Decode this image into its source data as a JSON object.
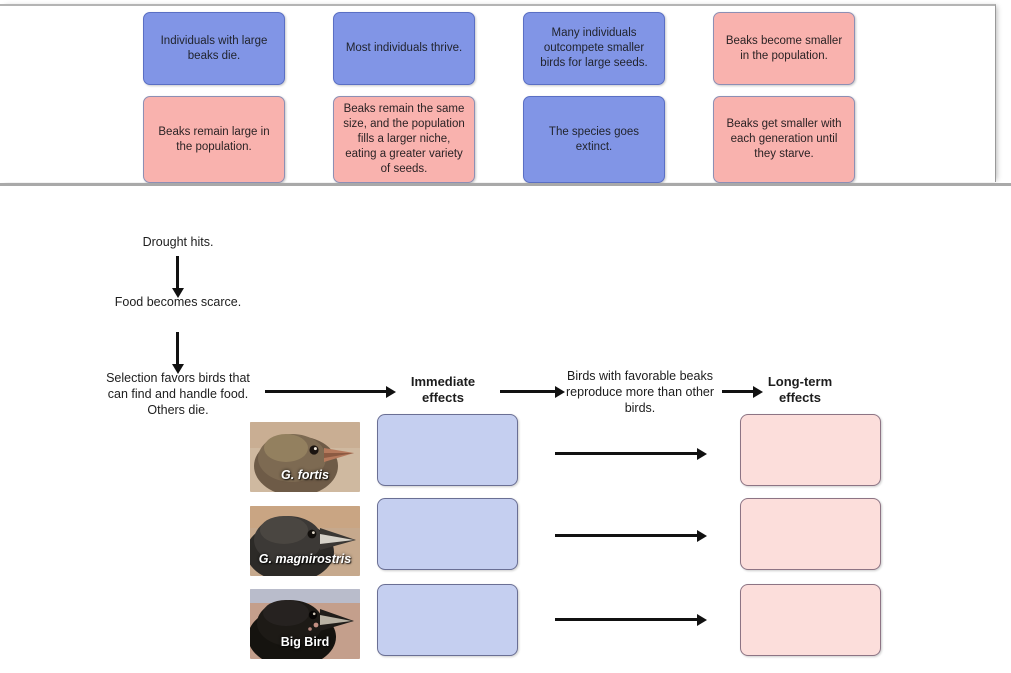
{
  "tile_bank": {
    "tiles": [
      {
        "id": "t1",
        "label": "Individuals with large beaks die.",
        "color": "blue"
      },
      {
        "id": "t2",
        "label": "Most individuals thrive.",
        "color": "blue"
      },
      {
        "id": "t3",
        "label": "Many individuals outcompete smaller birds for large seeds.",
        "color": "blue"
      },
      {
        "id": "t4",
        "label": "Beaks become smaller in the population.",
        "color": "pink"
      },
      {
        "id": "t5",
        "label": "Beaks remain large in the population.",
        "color": "pink"
      },
      {
        "id": "t6",
        "label": "Beaks remain the same size, and the population fills a larger niche, eating a greater variety of seeds.",
        "color": "pink"
      },
      {
        "id": "t7",
        "label": "The species goes extinct.",
        "color": "blue"
      },
      {
        "id": "t8",
        "label": "Beaks get smaller with each generation until they starve.",
        "color": "pink"
      }
    ]
  },
  "diagram": {
    "chain": {
      "step1": "Drought hits.",
      "step2": "Food becomes scarce.",
      "step3": "Selection favors birds that can find and handle food. Others die."
    },
    "headers": {
      "immediate": "Immediate effects",
      "reproduce": "Birds with favorable beaks reproduce more than other birds.",
      "longterm": "Long-term effects"
    },
    "birds": [
      {
        "id": "b1",
        "name": "G. fortis",
        "style": "sci"
      },
      {
        "id": "b2",
        "name": "G. magnirostris",
        "style": "sci"
      },
      {
        "id": "b3",
        "name": "Big Bird",
        "style": "common"
      }
    ],
    "dropzones": {
      "immediate": [
        "",
        "",
        ""
      ],
      "longterm": [
        "",
        "",
        ""
      ]
    }
  },
  "colors": {
    "tile_blue": "#8195e6",
    "tile_pink": "#f9b2ae",
    "zone_blue": "#c5cff0",
    "zone_pink": "#fcdedb",
    "arrow": "#111111"
  }
}
